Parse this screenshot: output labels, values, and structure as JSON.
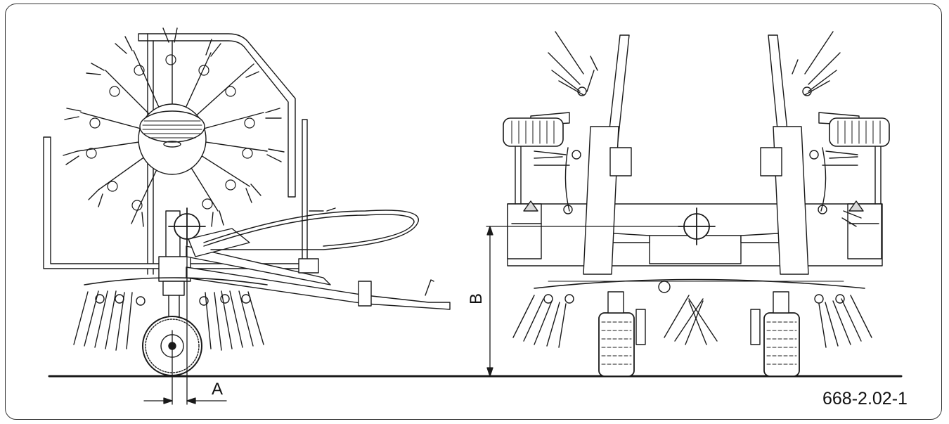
{
  "figure_id": "668-2.02-1",
  "dimension_labels": {
    "a": "A",
    "b": "B"
  },
  "colors": {
    "line": "#1a1a1a",
    "fill_light": "#ffffff",
    "shade": "#d9d9d9"
  }
}
